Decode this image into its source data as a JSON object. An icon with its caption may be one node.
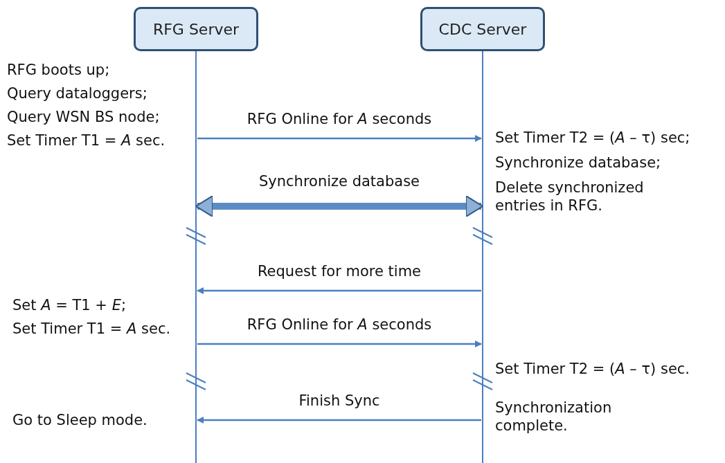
{
  "diagram": {
    "nodes": [
      {
        "text": [
          "RFG Server"
        ]
      },
      {
        "text": [
          "CDC Server"
        ]
      }
    ],
    "edges": [
      {
        "from": 0,
        "to": 1,
        "arrow": "to",
        "label": "RFG Online for *A* seconds"
      },
      {
        "from": 0,
        "to": 1,
        "arrow": "both",
        "label": "Synchronize database",
        "style": "thick"
      },
      {
        "from": 1,
        "to": 0,
        "arrow": "to",
        "label": "Request for more time"
      },
      {
        "from": 0,
        "to": 1,
        "arrow": "to",
        "label": "RFG Online for *A* seconds"
      },
      {
        "from": 1,
        "to": 0,
        "arrow": "to",
        "label": "Finish Sync"
      }
    ],
    "labels": [
      "RFG boots up;",
      "Query dataloggers;",
      "Query WSN BS node;",
      "Set Timer T1 = *A* sec.",
      "Set Timer T2 = (*A* – τ) sec;",
      "Synchronize database;",
      "Delete synchronized entries in RFG.",
      "Set *A* = T1 + *E*;",
      "Set Timer T1 = *A* sec.",
      "Set Timer T2 = (*A* – τ) sec.",
      "Go to Sleep mode.",
      "Synchronization complete."
    ]
  }
}
